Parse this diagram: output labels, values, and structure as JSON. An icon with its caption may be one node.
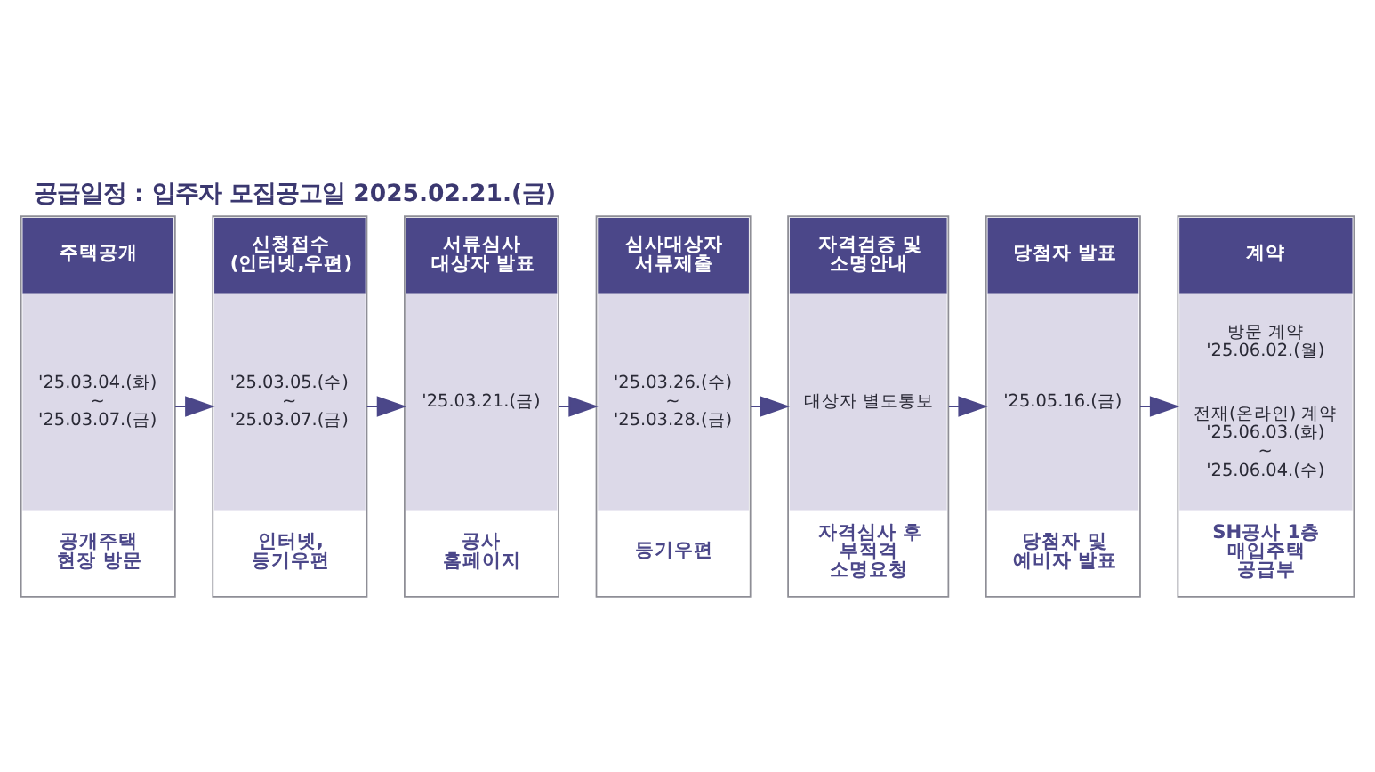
{
  "diagram": {
    "title": "공급일정 : 입주자 모집공고일 2025.02.21.(금)",
    "nodes": [
      {
        "text": [
          "주택공개",
          "'25.03.04.(화) ~ '25.03.07.(금)",
          "공개주택 현장 방문"
        ]
      },
      {
        "text": [
          "신청접수 (인터넷,우편)",
          "'25.03.05.(수) ~ '25.03.07.(금)",
          "인터넷, 등기우편"
        ]
      },
      {
        "text": [
          "서류심사 대상자 발표",
          "'25.03.21.(금)",
          "공사 홈페이지"
        ]
      },
      {
        "text": [
          "심사대상자 서류제출",
          "'25.03.26.(수) ~ '25.03.28.(금)",
          "등기우편"
        ]
      },
      {
        "text": [
          "자격검증 및 소명안내",
          "대상자 별도통보",
          "자격심사 후 부적격 소명요청"
        ]
      },
      {
        "text": [
          "당첨자 발표",
          "'25.05.16.(금)",
          "당첨자 및 예비자 발표"
        ]
      },
      {
        "text": [
          "계약",
          "방문 계약 '25.06.02.(월)",
          "전재(온라인) 계약 '25.06.03.(화) ~ '25.06.04.(수)",
          "SH공사 1층 매입주택 공급부"
        ]
      }
    ],
    "edges": [
      {
        "from": 0,
        "to": 1,
        "arrow": "to"
      },
      {
        "from": 1,
        "to": 2,
        "arrow": "to"
      },
      {
        "from": 2,
        "to": 3,
        "arrow": "to"
      },
      {
        "from": 3,
        "to": 4,
        "arrow": "to"
      },
      {
        "from": 4,
        "to": 5,
        "arrow": "to"
      },
      {
        "from": 5,
        "to": 6,
        "arrow": "to"
      }
    ]
  }
}
